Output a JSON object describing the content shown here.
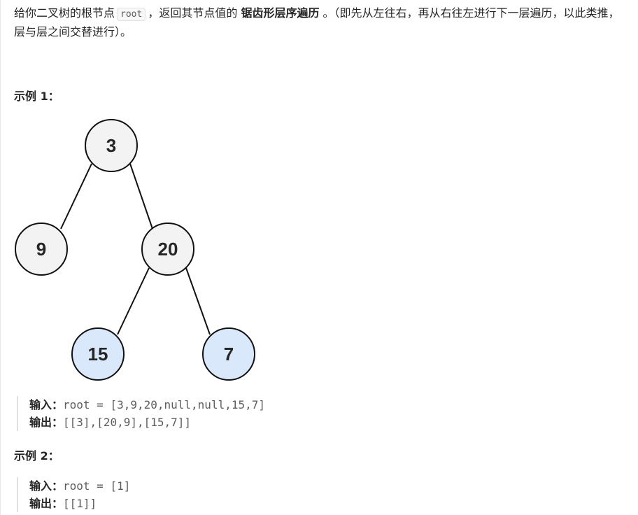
{
  "description": {
    "before_code": "给你二叉树的根节点",
    "code": "root",
    "middle": "，返回其节点值的",
    "bold": "锯齿形层序遍历",
    "after": "。（即先从左往右，再从右往左进行下一层遍历，以此类推，层与层之间交替进行）。"
  },
  "examples": [
    {
      "title": "示例 1：",
      "input_label": "输入：",
      "input_value": "root = [3,9,20,null,null,15,7]",
      "output_label": "输出：",
      "output_value": "[[3],[20,9],[15,7]]"
    },
    {
      "title": "示例 2：",
      "input_label": "输入：",
      "input_value": "root = [1]",
      "output_label": "输出：",
      "output_value": "[[1]]"
    }
  ],
  "tree": {
    "colors": {
      "default_fill": "#f3f3f3",
      "highlight_fill": "#dae8fc",
      "stroke": "#111111"
    },
    "nodes": [
      {
        "id": "n3",
        "label": "3",
        "highlight": false
      },
      {
        "id": "n9",
        "label": "9",
        "highlight": false
      },
      {
        "id": "n20",
        "label": "20",
        "highlight": false
      },
      {
        "id": "n15",
        "label": "15",
        "highlight": true
      },
      {
        "id": "n7",
        "label": "7",
        "highlight": true
      }
    ],
    "edges": [
      {
        "from": "n3",
        "to": "n9"
      },
      {
        "from": "n3",
        "to": "n20"
      },
      {
        "from": "n20",
        "to": "n15"
      },
      {
        "from": "n20",
        "to": "n7"
      }
    ]
  }
}
